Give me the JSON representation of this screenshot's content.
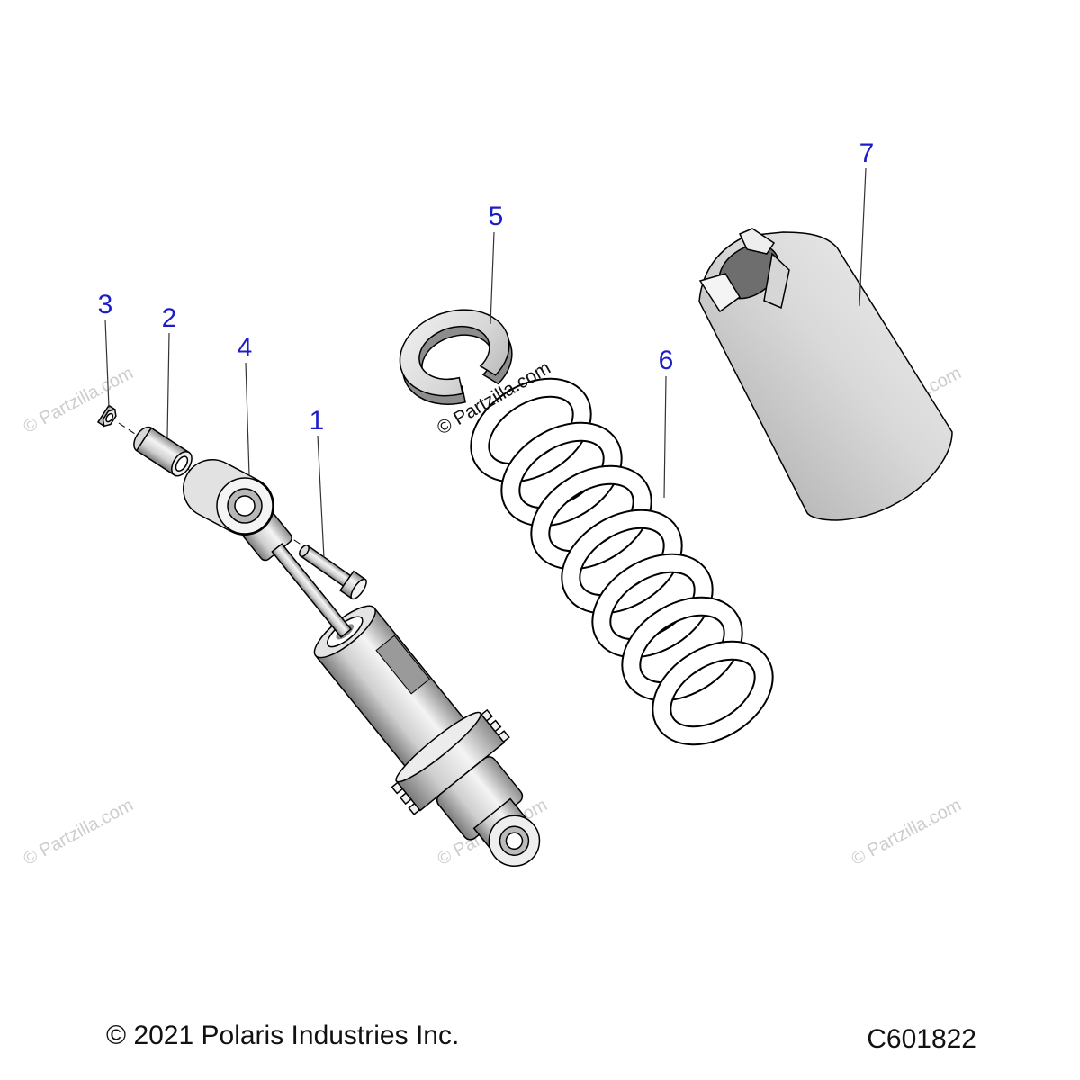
{
  "colors": {
    "callout": "#1c1cc8",
    "leader": "#333333",
    "watermark": "#cdcdcd",
    "watermark_dark": "#111111"
  },
  "callouts": [
    "7",
    "5",
    "6",
    "3",
    "2",
    "4",
    "1"
  ],
  "watermark": "© Partzilla.com",
  "footer": {
    "copyright": "© 2021 Polaris Industries Inc.",
    "figure_id": "C601822"
  }
}
